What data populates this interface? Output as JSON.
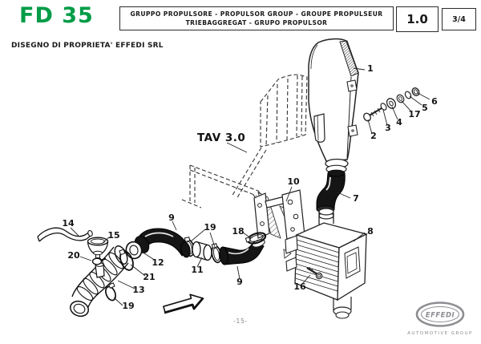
{
  "header": {
    "model_code": "FD 35",
    "title_line_1": "GRUPPO PROPULSORE - PROPULSOR GROUP - GROUPE PROPULSEUR",
    "title_line_2": "TRIEBAGGREGAT - GRUPO PROPULSOR",
    "table_number": "1.0",
    "sheet_number": "3/4"
  },
  "notice": "DISEGNO DI PROPRIETA' EFFEDI SRL",
  "diagram": {
    "tav_reference": "TAV 3.0",
    "callouts": [
      {
        "ref": "1"
      },
      {
        "ref": "2"
      },
      {
        "ref": "3"
      },
      {
        "ref": "4"
      },
      {
        "ref": "17"
      },
      {
        "ref": "5"
      },
      {
        "ref": "6"
      },
      {
        "ref": "7"
      },
      {
        "ref": "8"
      },
      {
        "ref": "10"
      },
      {
        "ref": "16"
      },
      {
        "ref": "18"
      },
      {
        "ref": "19"
      },
      {
        "ref": "9"
      },
      {
        "ref": "11"
      },
      {
        "ref": "9"
      },
      {
        "ref": "12"
      },
      {
        "ref": "21"
      },
      {
        "ref": "13"
      },
      {
        "ref": "19"
      },
      {
        "ref": "14"
      },
      {
        "ref": "15"
      },
      {
        "ref": "20"
      }
    ]
  },
  "footer": {
    "page_number": "-15-",
    "logo_name": "EFFEDI",
    "logo_subtitle": "AUTOMOTIVE GROUP"
  },
  "colors": {
    "brand_green": "#009C47",
    "ink": "#1a1a1a",
    "muted_gray": "#8d8d92"
  }
}
